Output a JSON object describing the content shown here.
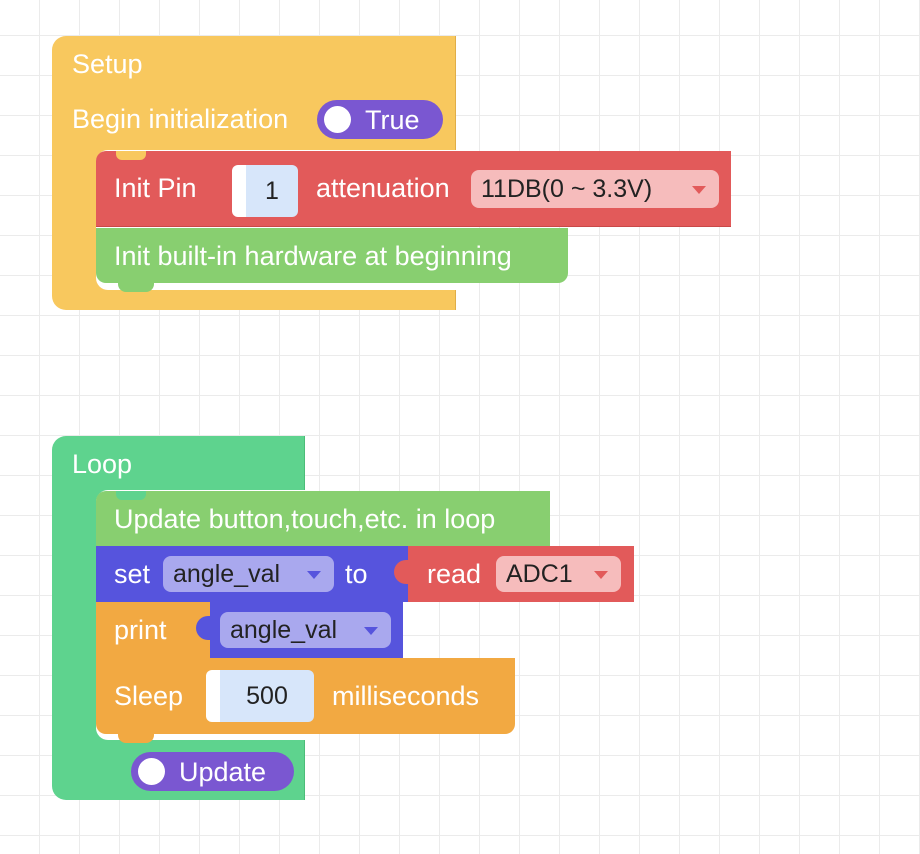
{
  "setup_block": {
    "label": "Setup",
    "begin_label": "Begin initialization",
    "begin_toggle_label": "True",
    "init_pin": {
      "label": "Init Pin",
      "pin_value": "1",
      "attenuation_label": "attenuation",
      "attenuation_value": "11DB(0 ~ 3.3V)"
    },
    "init_hardware_label": "Init built-in hardware at beginning"
  },
  "loop_block": {
    "label": "Loop",
    "update_label": "Update button,touch,etc. in loop",
    "set_block": {
      "set_label": "set",
      "variable": "angle_val",
      "to_label": "to",
      "read_label": "read",
      "read_source": "ADC1"
    },
    "print_block": {
      "label": "print",
      "variable": "angle_val"
    },
    "sleep_block": {
      "label": "Sleep",
      "value": "500",
      "unit_label": "milliseconds"
    },
    "update_toggle_label": "Update"
  },
  "colors": {
    "setup_yellow": "#f8c85e",
    "init_red": "#e25a5a",
    "hardware_green": "#88cf70",
    "loop_green": "#5ed38e",
    "variable_blue": "#5654dd",
    "print_orange": "#f2a942",
    "toggle_purple": "#7a57d1"
  }
}
